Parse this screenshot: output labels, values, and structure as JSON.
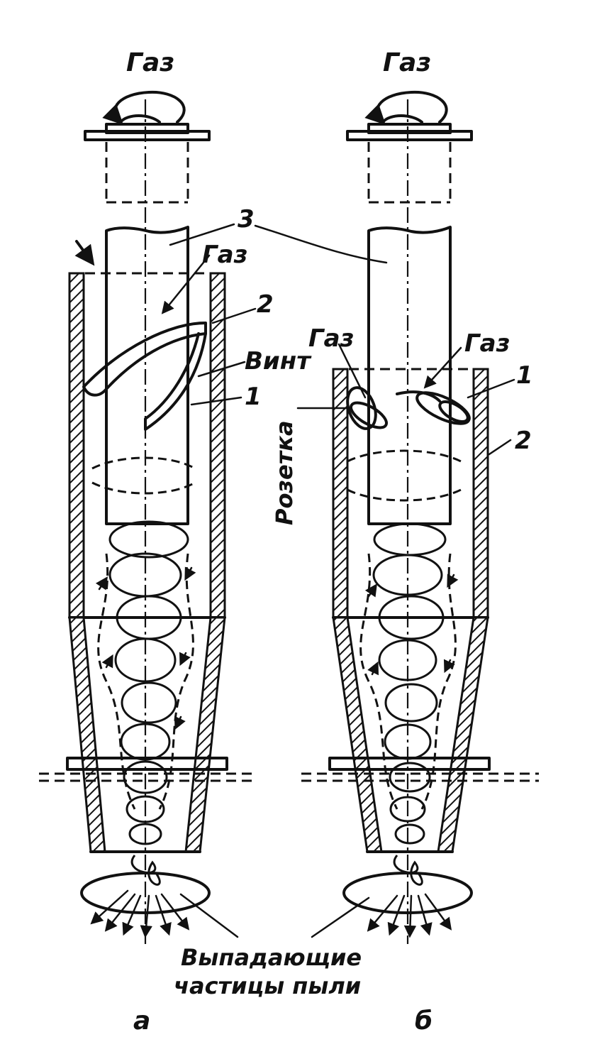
{
  "labels": {
    "gas_top_a": "Газ",
    "gas_top_b": "Газ",
    "gas_mid_a": "Газ",
    "gas_left_b": "Газ",
    "gas_right_b": "Газ",
    "num3": "3",
    "num2_a": "2",
    "num1_a": "1",
    "vint": "Винт",
    "num1_b": "1",
    "num2_b": "2",
    "rozetka": "Розетка",
    "falling_line1": "Выпадающие",
    "falling_line2": "частицы пыли",
    "sub_a": "а",
    "sub_b": "б"
  }
}
